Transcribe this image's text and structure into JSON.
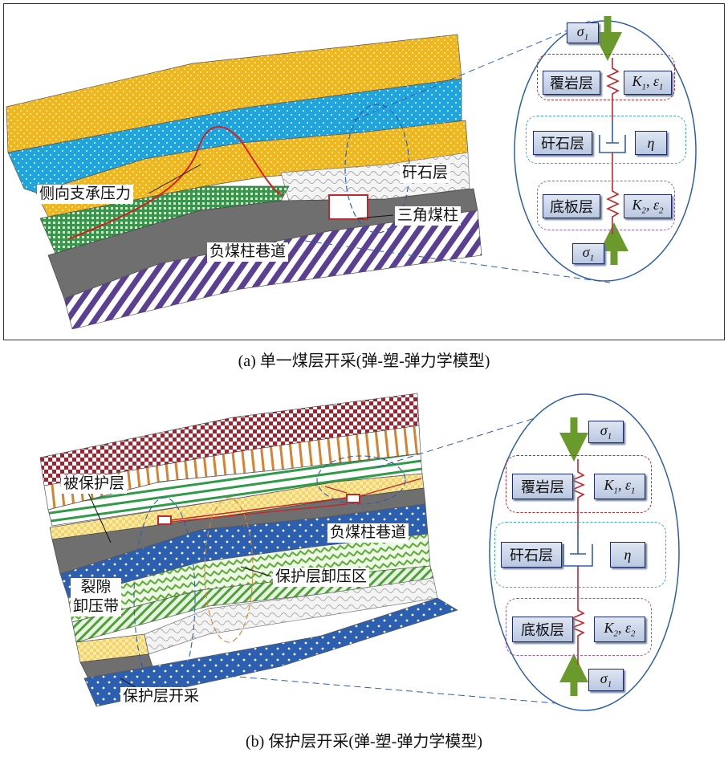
{
  "panel_a": {
    "caption": "(a)  单一煤层开采(弹-塑-弹力学模型)",
    "labels": {
      "lateral_pressure": "侧向支承压力",
      "gangue_layer": "矸石层",
      "triangle_coal_pillar": "三角煤柱",
      "roadway": "负煤柱巷道"
    },
    "model": {
      "sigma_top": "σ1",
      "sigma_bottom": "σ1",
      "overburden": "覆岩层",
      "gangue": "矸石层",
      "floor": "底板层",
      "k1": "K1, ε1",
      "eta": "η",
      "k2": "K2, ε2"
    }
  },
  "panel_b": {
    "caption": "(b)  保护层开采(弹-塑-弹力学模型)",
    "labels": {
      "protected_layer": "被保护层",
      "roadway": "负煤柱巷道",
      "fracture_line1": "裂隙",
      "fracture_line2": "卸压带",
      "relief_zone": "保护层卸压区",
      "mining": "保护层开采"
    },
    "model": {
      "sigma_top": "σ1",
      "sigma_bottom": "σ1",
      "overburden": "覆岩层",
      "gangue": "矸石层",
      "floor": "底板层",
      "k1": "K1, ε1",
      "eta": "η",
      "k2": "K2, ε2"
    }
  },
  "colors": {
    "yellow": "#f2b61b",
    "blue": "#20a4dd",
    "green": "#2f9a48",
    "purple": "#5b3f93",
    "gray": "#6f6f6f",
    "navy": "#2d5fb0",
    "crimson": "#a3202c",
    "orange": "#d6822e",
    "red_curve": "#d42020"
  }
}
